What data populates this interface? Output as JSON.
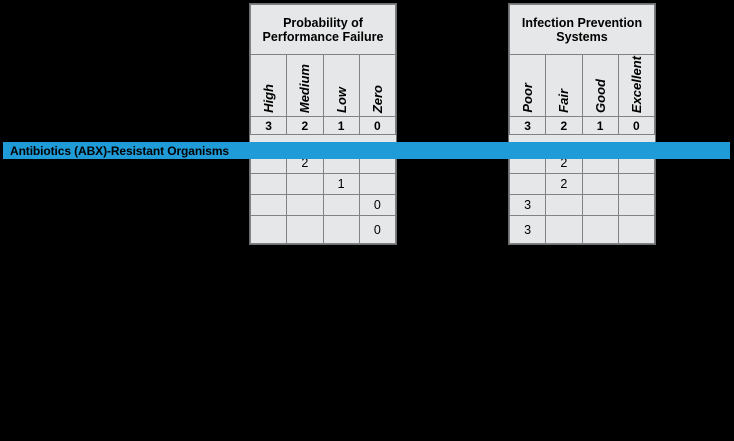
{
  "banner": {
    "label": "Antibiotics (ABX)-Resistant Organisms",
    "color": "#1f9bd7"
  },
  "colors": {
    "cell_fill": "#e6e7e8",
    "border": "#808285",
    "outer_border": "#6d6e70",
    "text": "#000000",
    "banner": "#1f9bd7"
  },
  "matrices": [
    {
      "id": "probability",
      "title": "Probability of Performance Failure",
      "columns": [
        {
          "label": "High",
          "score": "3"
        },
        {
          "label": "Medium",
          "score": "2"
        },
        {
          "label": "Low",
          "score": "1"
        },
        {
          "label": "Zero",
          "score": "0"
        }
      ],
      "rows": [
        {
          "cells": [
            "",
            "2",
            "",
            ""
          ]
        },
        {
          "cells": [
            "",
            "",
            "1",
            ""
          ]
        },
        {
          "cells": [
            "",
            "",
            "",
            "0"
          ]
        },
        {
          "cells": [
            "",
            "",
            "",
            "0"
          ]
        }
      ]
    },
    {
      "id": "infection",
      "title": "Infection Prevention Systems",
      "columns": [
        {
          "label": "Poor",
          "score": "3"
        },
        {
          "label": "Fair",
          "score": "2"
        },
        {
          "label": "Good",
          "score": "1"
        },
        {
          "label": "Excellent",
          "score": "0"
        }
      ],
      "rows": [
        {
          "cells": [
            "",
            "2",
            "",
            ""
          ]
        },
        {
          "cells": [
            "",
            "2",
            "",
            ""
          ]
        },
        {
          "cells": [
            "3",
            "",
            "",
            ""
          ]
        },
        {
          "cells": [
            "3",
            "",
            "",
            ""
          ]
        }
      ]
    }
  ]
}
